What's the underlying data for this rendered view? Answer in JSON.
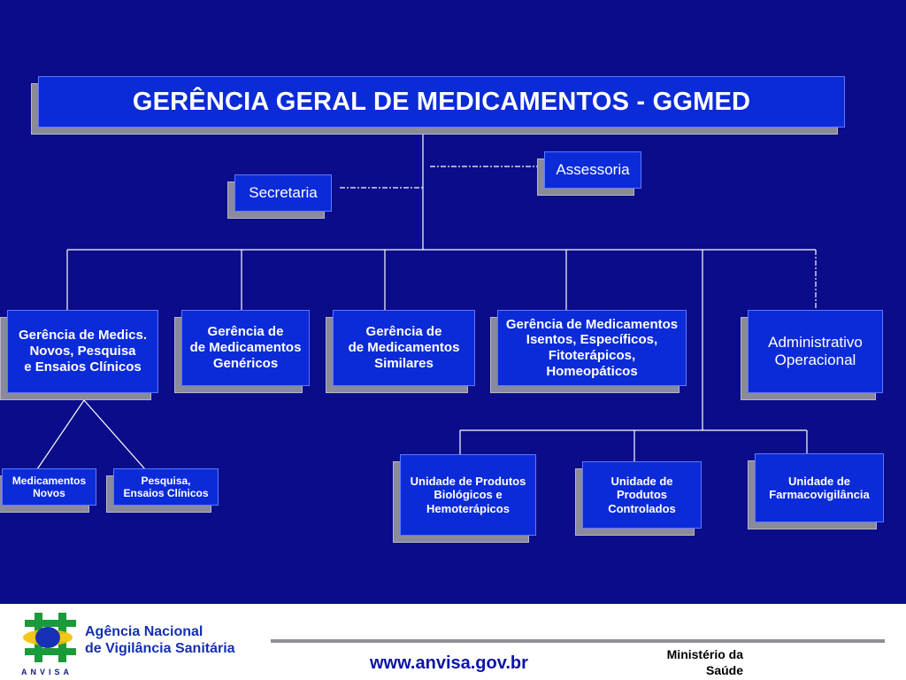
{
  "title": "GERÊNCIA GERAL DE MEDICAMENTOS - GGMED",
  "support": {
    "assessoria": "Assessoria",
    "secretaria": "Secretaria"
  },
  "units": {
    "novos": "Gerência de Medics.\nNovos, Pesquisa\ne Ensaios Clínicos",
    "genericos": "Gerência de\nde Medicamentos\nGenéricos",
    "similares": "Gerência de\nde Medicamentos\nSimilares",
    "isentos": "Gerência de Medicamentos\nIsentos, Específicos,\nFitoterápicos,\nHomeopáticos",
    "administrativo": "Administrativo\nOperacional"
  },
  "subunits": {
    "medicamentos_novos": "Medicamentos\nNovos",
    "pesquisa": "Pesquisa,\nEnsaios Clínicos",
    "biologicos": "Unidade de Produtos\nBiológicos e\nHemoterápicos",
    "controlados": "Unidade de\nProdutos\nControlados",
    "farmacovigilancia": "Unidade de\nFarmacovigilância"
  },
  "footer": {
    "agency": "Agência Nacional\nde Vigilância Sanitária",
    "logo_text": "ANVISA",
    "url": "www.anvisa.gov.br",
    "ministry": "Ministério da\nSaúde"
  },
  "colors": {
    "background": "#0b0c8a",
    "box_fill": "#0c2bd8",
    "box_shadow": "#8a8a9a",
    "connector": "#ffffff"
  }
}
